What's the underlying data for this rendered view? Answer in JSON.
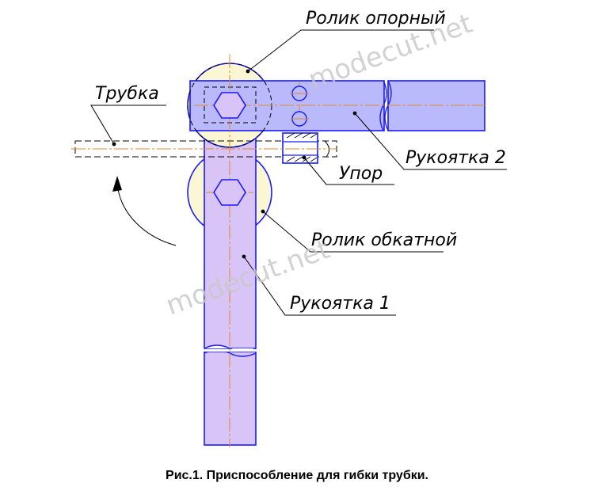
{
  "labels": {
    "roller_support": "Ролик опорный",
    "tube": "Трубка",
    "handle_2": "Рукоятка 2",
    "stop": "Упор",
    "roller_rolling": "Ролик обкатной",
    "handle_1": "Рукоятка 1"
  },
  "watermark": "modecut.net",
  "caption": "Рис.1. Приспособление для гибки трубки.",
  "colors": {
    "roller_fill": "#fbf6d3",
    "handle_1_fill": "#d8c4f7",
    "handle_2_fill": "#b9b9fb",
    "outline": "#1a1aff",
    "axis": "#e08a2e",
    "watermark": "#c8c8c8"
  }
}
